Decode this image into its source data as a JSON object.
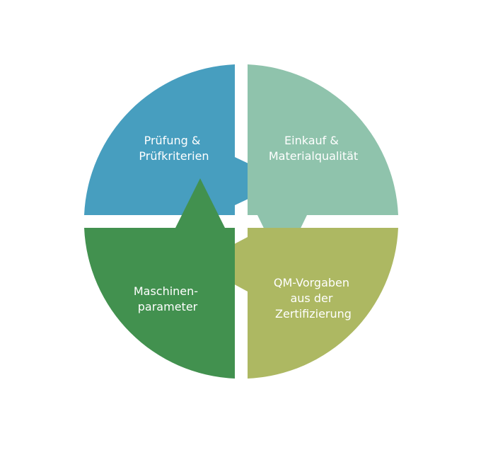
{
  "diagram": {
    "segments": [
      {
        "id": "pruefung",
        "lines": [
          "Prüfung &",
          "Prüfkriterien"
        ],
        "color": "#479ebf"
      },
      {
        "id": "einkauf",
        "lines": [
          "Einkauf &",
          "Materialqualität"
        ],
        "color": "#8fc3ac"
      },
      {
        "id": "qm",
        "lines": [
          "QM-Vorgaben",
          "aus der",
          "Zertifizierung"
        ],
        "color": "#adb862"
      },
      {
        "id": "maschinen",
        "lines": [
          "Maschinen-",
          "parameter"
        ],
        "color": "#42914f"
      }
    ]
  }
}
